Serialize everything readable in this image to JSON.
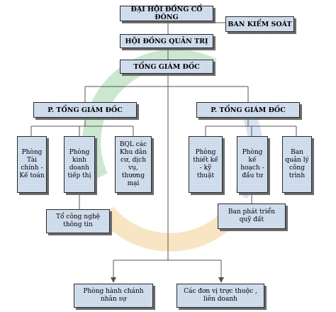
{
  "colors": {
    "box_fill": "#c9d8ea",
    "box_border": "#2a2a2a",
    "shadow": "#6b6b6b",
    "connector": "#555555",
    "watermark_green": "#b9dfc0",
    "watermark_orange": "#f6dcb0",
    "watermark_blue": "#c7d9ee"
  },
  "nodes": {
    "shareholders_meeting": "ĐẠI HỘI ĐỒNG CỔ ĐÔNG",
    "supervisory_board": "BAN KIỂM SOÁT",
    "board_of_directors": "HỘI ĐỒNG QUẢN TRỊ",
    "general_director": "TỔNG GIÁM ĐỐC",
    "deputy_left": "P. TỔNG GIÁM ĐỐC",
    "deputy_right": "P. TỔNG GIÁM ĐỐC",
    "finance_dept": "Phòng\nTài\nchính -\nKế toán",
    "sales_dept": "Phòng\nkinh\ndoanh\ntiếp thị",
    "residential_mgmt": "BQL các\nKhu dân\ncư, dịch\nvụ,\nthương\nmại",
    "it_team": "Tổ công nghệ\nthông tin",
    "design_dept": "Phòng\nthiết kế\n- kỹ\nthuật",
    "planning_dept": "Phòng\nkế\nhoạch -\nđầu tư",
    "construction_mgmt": "Ban\nquản lý\ncông\ntrình",
    "land_fund_board": "Ban phát triển\nquỹ đất",
    "admin_hr_dept": "Phòng hành chánh\nnhân sự",
    "subsidiaries": "Các đơn vị trực thuộc ,\nliên doanh"
  }
}
